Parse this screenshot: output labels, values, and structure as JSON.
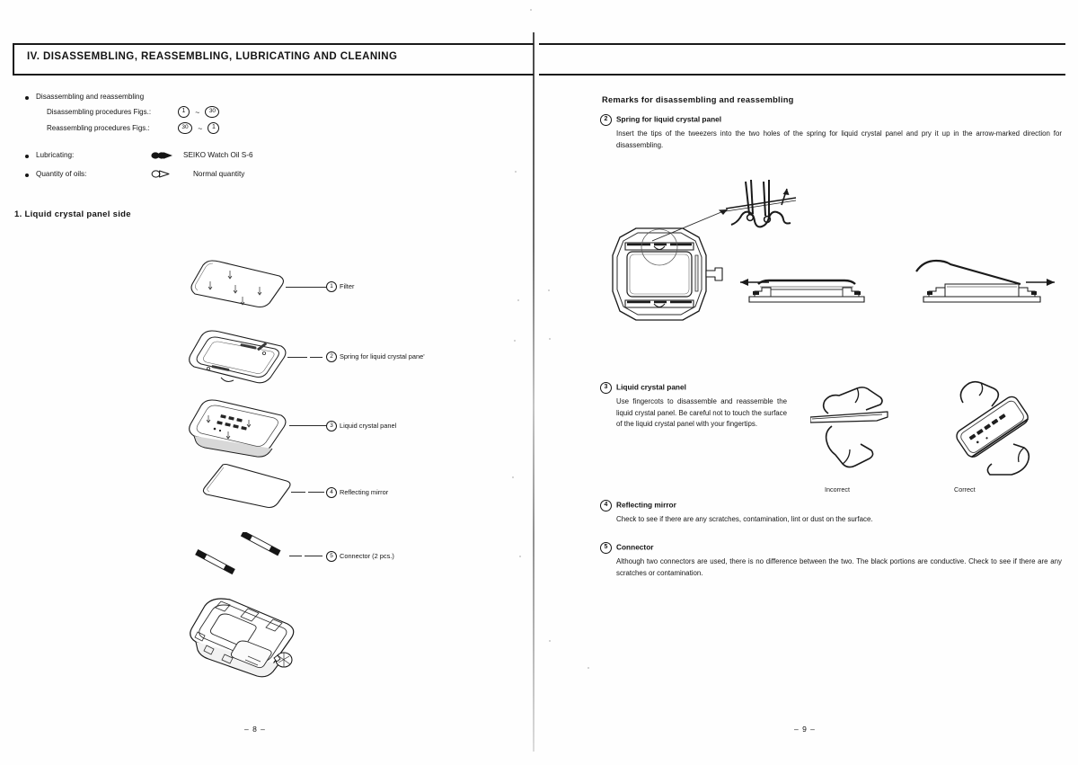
{
  "left_page": {
    "header_title": "IV.  DISASSEMBLING, REASSEMBLING, LUBRICATING AND CLEANING",
    "bullets": [
      {
        "label": "Disassembling and reassembling"
      },
      {
        "label": "Lubricating:",
        "symbol": "oil-arrow-symbol",
        "value": "SEIKO Watch Oil S-6"
      },
      {
        "label": "Quantity of oils:",
        "symbol": "oil-quantity-symbol",
        "value": "Normal quantity"
      }
    ],
    "procedures": [
      {
        "label": "Disassembling procedures Figs.:",
        "from": "1",
        "to": "30",
        "sep": "~"
      },
      {
        "label": "Reassembling procedures Figs.:",
        "from": "30",
        "to": "1",
        "sep": "~"
      }
    ],
    "section_title": "1.  Liquid crystal panel side",
    "parts": [
      {
        "num": "1",
        "name": "Filter"
      },
      {
        "num": "2",
        "name": "Spring for liquid crystal pane'"
      },
      {
        "num": "3",
        "name": "Liquid crystal panel"
      },
      {
        "num": "4",
        "name": "Reflecting mirror"
      },
      {
        "num": "5",
        "name": "Connector (2 pcs.)"
      }
    ],
    "page_number": "– 8 –"
  },
  "right_page": {
    "header_title": "",
    "heading": "Remarks for disassembling and reassembling",
    "sections": [
      {
        "num": "2",
        "title": "Spring for liquid crystal panel",
        "body": "Insert the tips of the tweezers into the two holes of the spring for liquid crystal panel and pry it up in the arrow-marked direction for disassembling."
      },
      {
        "num": "3",
        "title": "Liquid crystal panel",
        "body": "Use fingercots to disassemble and reassemble the liquid crystal panel. Be careful not to touch the surface of the liquid crystal panel with your fingertips."
      },
      {
        "num": "4",
        "title": "Reflecting mirror",
        "body": "Check to see if there are any scratches, contamination, lint or dust on the surface."
      },
      {
        "num": "5",
        "title": "Connector",
        "body": "Although two connectors are used, there is no difference between the two. The black portions are conductive. Check to see if there are any scratches or contamination."
      }
    ],
    "captions": {
      "incorrect": "Incorrect",
      "correct": "Correct"
    },
    "page_number": "– 9 –"
  },
  "colors": {
    "ink": "#141414",
    "rule": "#1a1a1a",
    "paper": "#fefefe"
  }
}
